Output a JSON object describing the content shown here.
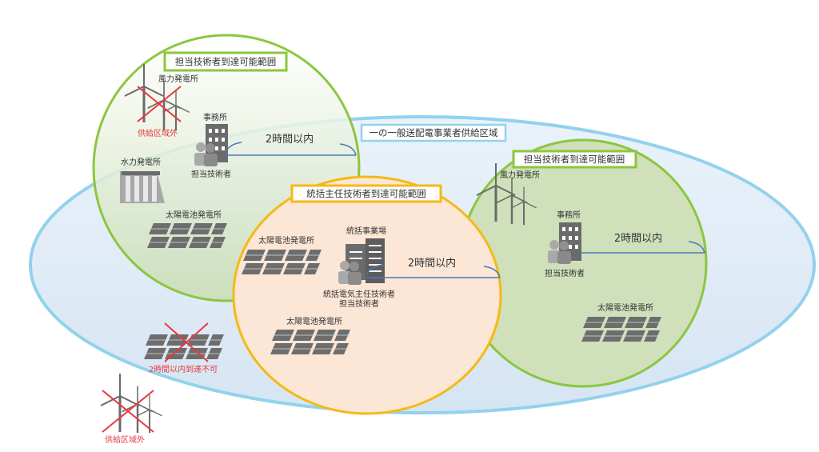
{
  "colors": {
    "service_area_fill": "#dce8f4",
    "service_area_stroke": "#92d2ec",
    "engineer_range_stroke": "#8cc63f",
    "engineer_range_fill": "#cfe0bb",
    "chief_range_stroke": "#f5b915",
    "chief_range_fill": "#fce6d6",
    "cross": "#e8383d",
    "line": "#4a7bb7"
  },
  "service_area": {
    "label": "一の一般送配電事業者供給区域"
  },
  "left_range": {
    "label": "担当技術者到達可能範囲",
    "wind_label": "風力発電所",
    "wind_status": "供給区域外",
    "office_label": "事務所",
    "engineer_label": "担当技術者",
    "time_label": "2時間以内",
    "hydro_label": "水力発電所",
    "solar_label": "太陽電池発電所"
  },
  "right_range": {
    "label": "担当技術者到達可能範囲",
    "wind_label": "風力発電所",
    "office_label": "事務所",
    "engineer_label": "担当技術者",
    "time_label": "2時間以内",
    "solar_label": "太陽電池発電所"
  },
  "chief_range": {
    "label": "統括主任技術者到達可能範囲",
    "site_label": "統括事業場",
    "engineer_line1": "統括電気主任技術者",
    "engineer_line2": "担当技術者",
    "time_label": "2時間以内",
    "solar_label_1": "太陽電池発電所",
    "solar_label_2": "太陽電池発電所"
  },
  "outside": {
    "unreachable_label": "2時間以内到達不可",
    "wind_status": "供給区域外"
  }
}
